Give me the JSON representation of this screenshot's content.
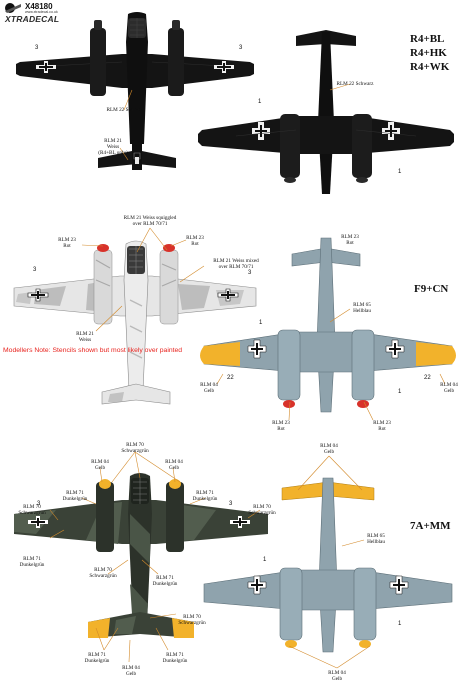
{
  "logo": {
    "catalogue": "X48180",
    "website": "www.xtradecal.co.uk",
    "brand": "XTRADECAL"
  },
  "codes": {
    "top_right": [
      "R4+BL",
      "R4+HK",
      "R4+WK"
    ],
    "middle_right": "F9+CN",
    "bottom_right": "7A+MM"
  },
  "labels": {
    "p1_rlm22": "RLM 22 Schwarz",
    "p1_rlm21": [
      "RLM 21",
      "Weiss",
      "(R4+BL only)"
    ],
    "p2_rlm22": "RLM 22 Schwarz",
    "p3_rlm21_squiggled": [
      "RLM 21 Weiss squiggled",
      "over RLM 70/71"
    ],
    "p3_rlm23_left": [
      "RLM 23",
      "Rot"
    ],
    "p3_rlm23_right": [
      "RLM 23",
      "Rot"
    ],
    "p3_rlm21_mixed": [
      "RLM 21 Weiss mixed",
      "over RLM 70/71"
    ],
    "p3_rlm21_weiss": [
      "RLM 21",
      "Weiss"
    ],
    "p4_rlm23_top": [
      "RLM 23",
      "Rot"
    ],
    "p4_rlm65": [
      "RLM 65",
      "Hellblau"
    ],
    "p4_rlm04_left": [
      "RLM 04",
      "Gelb"
    ],
    "p4_rlm04_right": [
      "RLM 04",
      "Gelb"
    ],
    "p4_rlm23_left": [
      "RLM 23",
      "Rot"
    ],
    "p4_rlm23_right": [
      "RLM 23",
      "Rot"
    ],
    "p5_rlm70_top": [
      "RLM 70",
      "Schwarzgrün"
    ],
    "p5_rlm04_left": [
      "RLM 04",
      "Gelb"
    ],
    "p5_rlm04_right": [
      "RLM 04",
      "Gelb"
    ],
    "p5_rlm71_left": [
      "RLM 71",
      "Dunkelgrün"
    ],
    "p5_rlm71_right": [
      "RLM 71",
      "Dunkelgrün"
    ],
    "p5_rlm70_left": [
      "RLM 70",
      "Schwarzgrün"
    ],
    "p5_rlm70_right": [
      "RLM 70",
      "Schwarzgrün"
    ],
    "p5_rlm71_wing_left": [
      "RLM 71",
      "Dunkelgrün"
    ],
    "p5_rlm70_mid": [
      "RLM 70",
      "Schwarzgrün"
    ],
    "p5_rlm71_mid": [
      "RLM 71",
      "Dunkelgrün"
    ],
    "p5_rlm70_tail": [
      "RLM 70",
      "Schwarzgrün"
    ],
    "p5_rlm71_bl": [
      "RLM 71",
      "Dunkelgrün"
    ],
    "p5_rlm04_bottom": [
      "RLM 04",
      "Gelb"
    ],
    "p5_rlm71_br": [
      "RLM 71",
      "Dunkelgrün"
    ],
    "p6_rlm04_top": [
      "RLM 04",
      "Gelb"
    ],
    "p6_rlm65": [
      "RLM 65",
      "Hellblau"
    ],
    "p6_rlm04_bottom": [
      "RLM 04",
      "Gelb"
    ]
  },
  "stencil_numbers": {
    "n3": "3",
    "n1": "1",
    "n22": "22"
  },
  "note": "Modellers Note: Stencils shown but most likely over painted",
  "colors": {
    "schwarz": "#111111",
    "weiss": "#f2f2f2",
    "hellblau": "#8fa3ad",
    "gelb": "#f2b22b",
    "rot": "#d8322a",
    "schwarzgruen": "#2c322a",
    "dunkelgruen": "#4a5547",
    "callout_line": "#d38a2a"
  }
}
